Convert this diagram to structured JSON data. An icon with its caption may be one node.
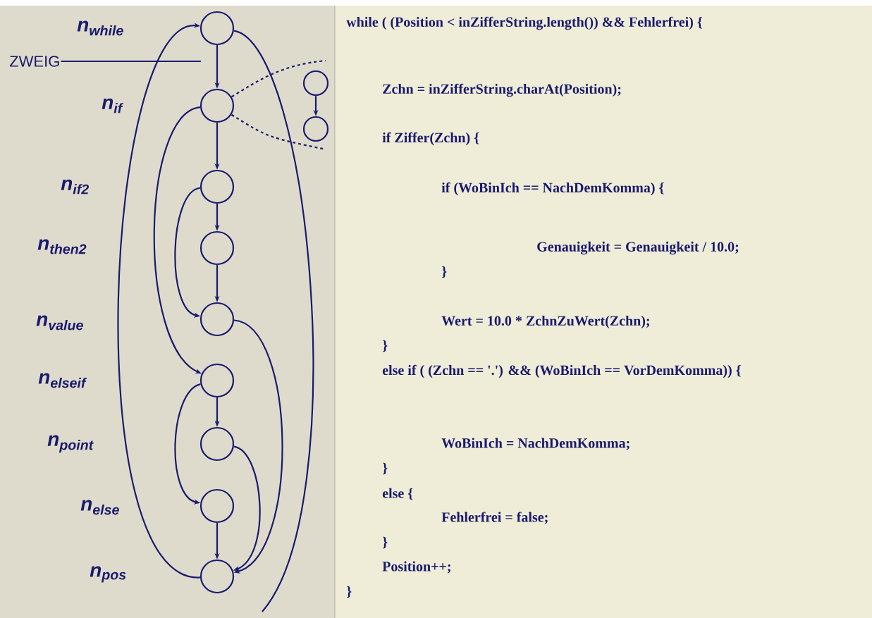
{
  "diagram": {
    "nodes": [
      {
        "text": [],
        "shape": "circle"
      },
      {
        "text": [],
        "shape": "circle"
      },
      {
        "text": [],
        "shape": "circle"
      },
      {
        "text": [],
        "shape": "circle"
      },
      {
        "text": [],
        "shape": "circle"
      },
      {
        "text": [],
        "shape": "circle"
      },
      {
        "text": [],
        "shape": "circle"
      },
      {
        "text": [],
        "shape": "circle"
      },
      {
        "text": [],
        "shape": "circle"
      },
      {
        "text": [],
        "shape": "circle"
      },
      {
        "text": [],
        "shape": "circle"
      },
      {
        "text": [
          "ZWEIG"
        ]
      }
    ],
    "edges": [
      {
        "from": 0,
        "to": 1,
        "arrow": "to"
      },
      {
        "from": 1,
        "to": 2,
        "arrow": "to"
      },
      {
        "from": 2,
        "to": 3,
        "arrow": "to"
      },
      {
        "from": 3,
        "to": 4,
        "arrow": "to"
      },
      {
        "from": 2,
        "to": 4,
        "arrow": "to"
      },
      {
        "from": 1,
        "to": 5,
        "arrow": "to"
      },
      {
        "from": 5,
        "to": 6,
        "arrow": "to"
      },
      {
        "from": 5,
        "to": 7,
        "arrow": "to"
      },
      {
        "from": 7,
        "to": 8,
        "arrow": "to"
      },
      {
        "from": 4,
        "to": 8,
        "arrow": "to"
      },
      {
        "from": 6,
        "to": 8,
        "arrow": "to"
      },
      {
        "from": 8,
        "to": 0,
        "arrow": "to"
      },
      {
        "from": 0,
        "to": null,
        "arrow": "none"
      },
      {
        "from": 9,
        "to": 10,
        "arrow": "to"
      },
      {
        "from": 1,
        "to": null,
        "arrow": "none",
        "style": "dashed"
      },
      {
        "from": 1,
        "to": null,
        "arrow": "none",
        "style": "dashed"
      },
      {
        "from": 11,
        "to": null,
        "arrow": "none"
      }
    ],
    "labels": [
      "n$_{while}$",
      "n$_{if}$",
      "n$_{if2}$",
      "n$_{then2}$",
      "n$_{value}$",
      "n$_{elseif}$",
      "n$_{point}$",
      "n$_{else}$",
      "n$_{pos}$",
      "while ( (Position < inZifferString.length()) && Fehlerfrei) {",
      "Zchn = inZifferString.charAt(Position);",
      "if Ziffer(Zchn) {",
      "if (WoBinIch == NachDemKomma) {",
      "Genauigkeit = Genauigkeit / 10.0;",
      "}",
      "Wert = 10.0 * ZchnZuWert(Zchn);",
      "}",
      "else if ( (Zchn == '.') && (WoBinIch == VorDemKomma)) {",
      "WoBinIch = NachDemKomma;",
      "}",
      "else {",
      "Fehlerfrei = false;",
      "}",
      "Position++;",
      "}"
    ]
  }
}
